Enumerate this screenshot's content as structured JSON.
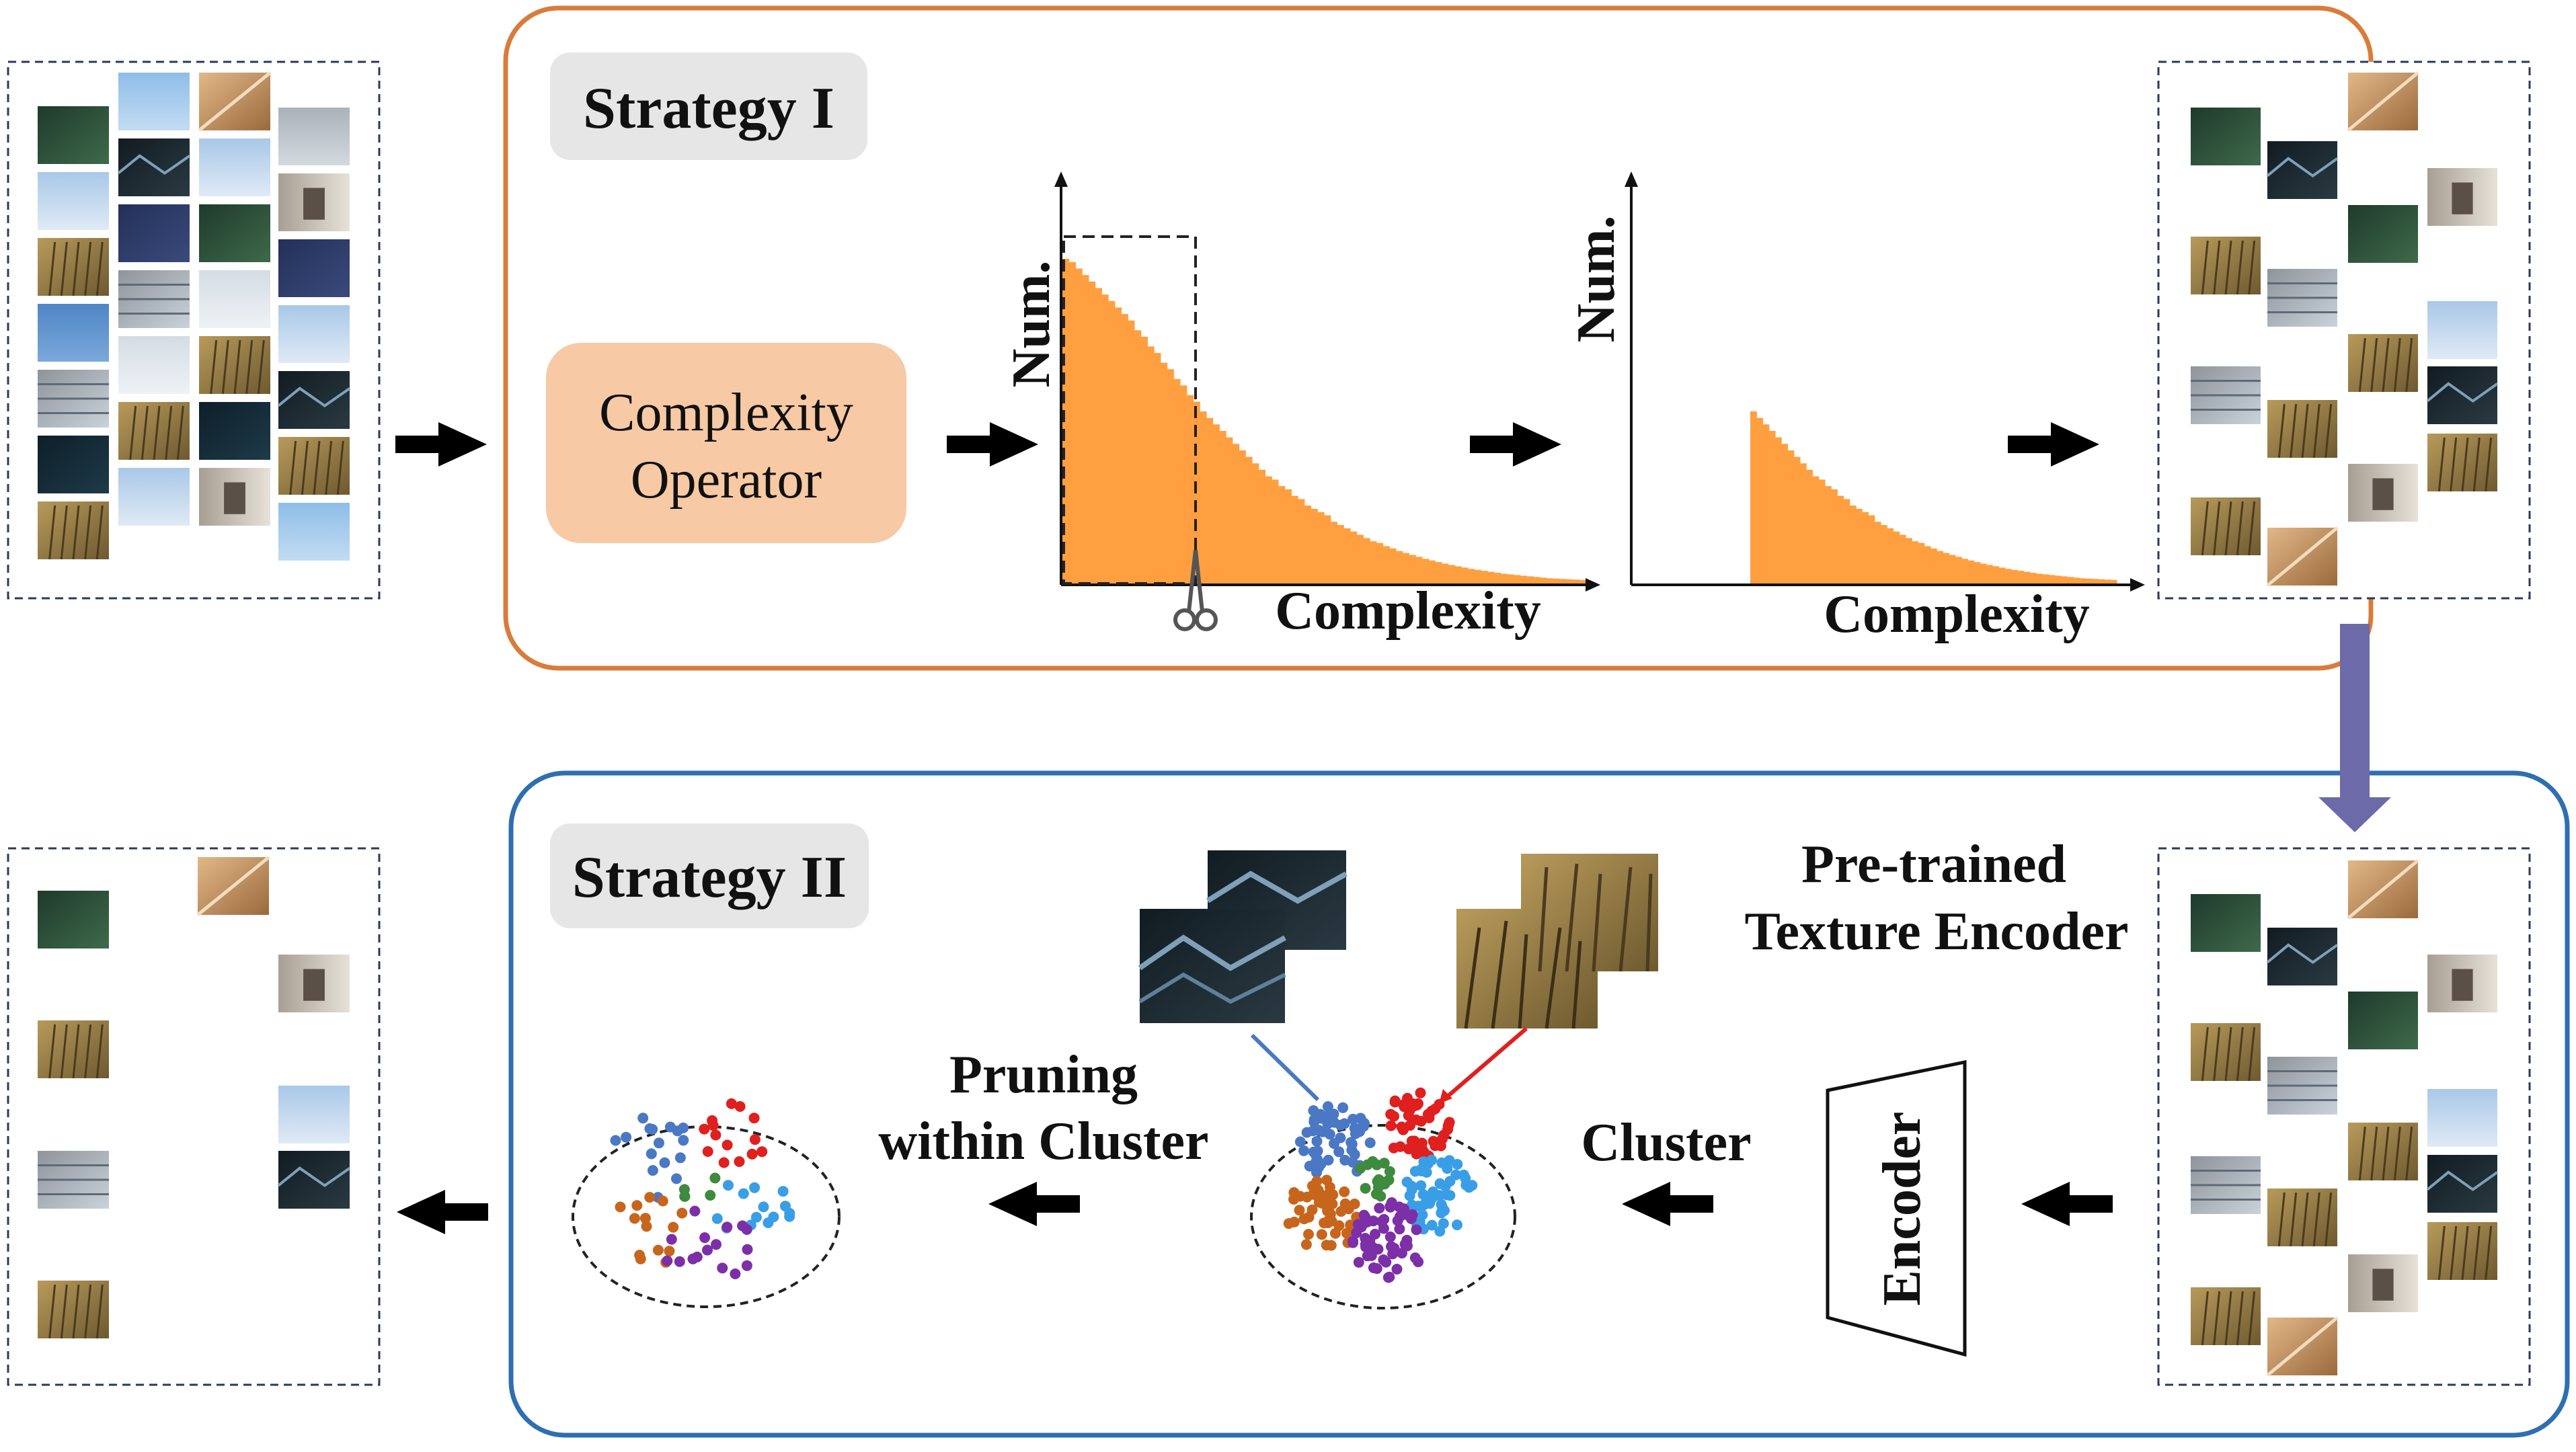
{
  "strategy1": {
    "title": "Strategy I",
    "operator_line1": "Complexity",
    "operator_line2": "Operator",
    "hist1": {
      "ylabel": "Num.",
      "xlabel": "Complexity"
    },
    "hist2": {
      "ylabel": "Num.",
      "xlabel": "Complexity"
    },
    "scissors_icon": "scissors-icon"
  },
  "strategy2": {
    "title": "Strategy II",
    "encoder_caption_line1": "Pre-trained",
    "encoder_caption_line2": "Texture Encoder",
    "encoder_label": "Encoder",
    "cluster_label": "Cluster",
    "pruning_line1": "Pruning",
    "pruning_line2": "within Cluster"
  },
  "chart_data": {
    "type": "bar",
    "series": [
      {
        "values": [
          1.0,
          0.99,
          0.97,
          0.95,
          0.93,
          0.91,
          0.89,
          0.87,
          0.85,
          0.83,
          0.81,
          0.78,
          0.76,
          0.73,
          0.71,
          0.68,
          0.66,
          0.63,
          0.61,
          0.58,
          0.56,
          0.53,
          0.51,
          0.49,
          0.47,
          0.45,
          0.43,
          0.41,
          0.39,
          0.37,
          0.35,
          0.33,
          0.32,
          0.3,
          0.29,
          0.27,
          0.26,
          0.24,
          0.23,
          0.22,
          0.21,
          0.19,
          0.18,
          0.17,
          0.16,
          0.15,
          0.14,
          0.13,
          0.125,
          0.115,
          0.108,
          0.1,
          0.094,
          0.088,
          0.082,
          0.076,
          0.071,
          0.066,
          0.061,
          0.057,
          0.053,
          0.049,
          0.045,
          0.042,
          0.039,
          0.036,
          0.033,
          0.03,
          0.028,
          0.026,
          0.024,
          0.022,
          0.02,
          0.018,
          0.016,
          0.015,
          0.014,
          0.013,
          0.012,
          0.011
        ]
      }
    ],
    "cut_fraction": 0.26
  },
  "colors": {
    "strategy1_border": "#d97c3a",
    "strategy2_border": "#2d6fb0",
    "operator_fill": "#f7c9a4",
    "bar_fill": "#ff9f40",
    "title_bg": "#e6e6e6",
    "down_arrow": "#6c6aa8",
    "cluster_blue": "#4a78c4",
    "cluster_red": "#e01f1f",
    "cluster_green": "#3e8a3e",
    "cluster_lightblue": "#3a9ee6",
    "cluster_orange": "#c8651c",
    "cluster_purple": "#7d2fa8"
  }
}
